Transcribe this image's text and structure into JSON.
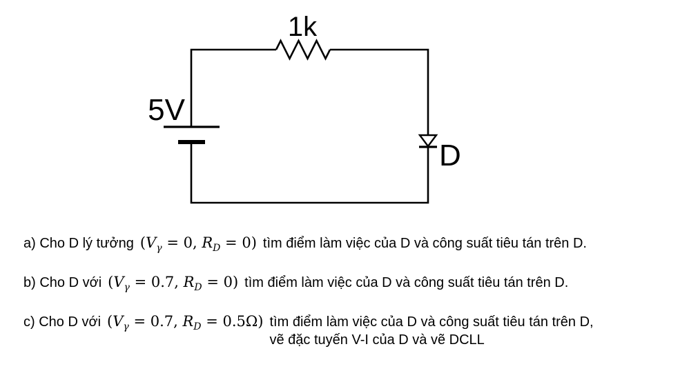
{
  "circuit": {
    "labels": {
      "source": "5V",
      "resistor": "1k",
      "diode": "D"
    }
  },
  "questions": [
    {
      "lead": "a) Cho D lý tưởng",
      "math": {
        "open": "(",
        "v": "V",
        "sub1": "γ",
        "eq1": " = 0, ",
        "r": "R",
        "sub2": "D",
        "eq2": " = 0",
        "close": ")"
      },
      "tail": "tìm điểm làm việc của D và công suất tiêu tán trên D."
    },
    {
      "lead": "b) Cho D với",
      "math": {
        "open": "(",
        "v": "V",
        "sub1": "γ",
        "eq1": " = 0.7,  ",
        "r": "R",
        "sub2": "D",
        "eq2": " = 0",
        "close": ")"
      },
      "tail": "tìm điểm làm việc của D và công suất tiêu tán trên D."
    },
    {
      "lead": "c) Cho D với",
      "math": {
        "open": "(",
        "v": "V",
        "sub1": "γ",
        "eq1": " = 0.7,  ",
        "r": "R",
        "sub2": "D",
        "eq2": " = 0.5Ω",
        "close": ")"
      },
      "tail": "tìm điểm làm việc của D và công suất tiêu tán trên D,",
      "tail2": "vẽ đặc tuyến V-I của D và vẽ DCLL"
    }
  ]
}
